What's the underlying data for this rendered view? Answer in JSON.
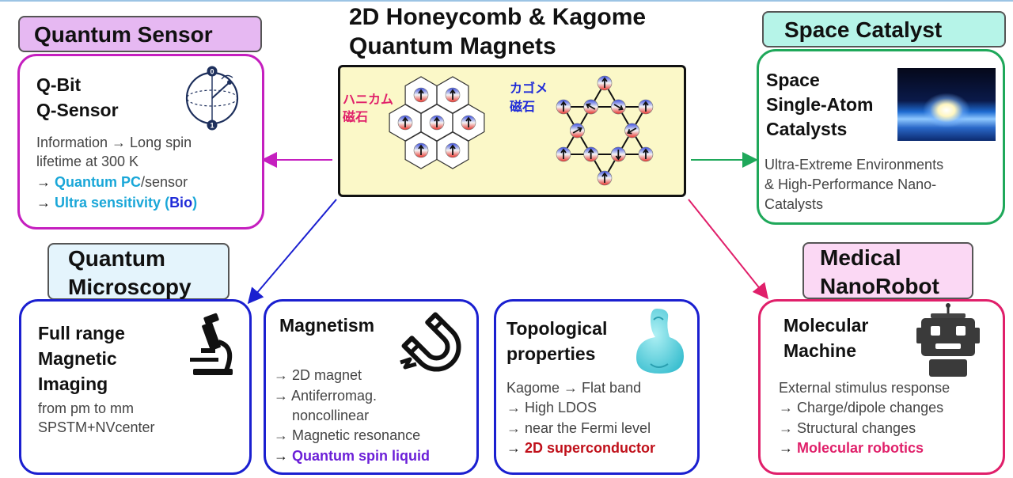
{
  "center": {
    "title_line1": "2D Honeycomb & Kagome",
    "title_line2": "Quantum Magnets",
    "honeycomb_label_1": "ハニカム",
    "honeycomb_label_2": "磁石",
    "kagome_label_1": "カゴメ",
    "kagome_label_2": "磁石"
  },
  "quantum_sensor": {
    "tab": "Quantum Sensor",
    "title_1": "Q-Bit",
    "title_2": "Q-Sensor",
    "line1": "Information → Long spin",
    "line2": "lifetime at 300 K",
    "line3_prefix": "→ ",
    "line3_highlight": "Quantum PC",
    "line3_suffix": "/sensor",
    "line4_prefix": "→ ",
    "line4_highlight": "Ultra sensitivity (",
    "line4_bio": "Bio",
    "line4_close": ")",
    "bloch_top": "0",
    "bloch_bottom": "1"
  },
  "space_catalyst": {
    "tab": "Space Catalyst",
    "title_1": "Space",
    "title_2": "Single-Atom",
    "title_3": "Catalysts",
    "line1": "Ultra-Extreme Environments",
    "line2": "& High-Performance Nano-",
    "line3": "Catalysts"
  },
  "quantum_microscopy": {
    "tab_1": "Quantum",
    "tab_2": "Microscopy",
    "title_1": "Full range",
    "title_2": "Magnetic",
    "title_3": "Imaging",
    "line1": "from pm to mm",
    "line2": "SPSTM+NVcenter"
  },
  "magnetism": {
    "title": "Magnetism",
    "line1": "→ 2D magnet",
    "line2": "→ Antiferromag.",
    "line3": "noncollinear",
    "line4": "→ Magnetic resonance",
    "line5_prefix": "→ ",
    "line5_highlight": "Quantum spin liquid"
  },
  "topological": {
    "title_1": "Topological",
    "title_2": "properties",
    "line1": "Kagome → Flat band",
    "line2": "→ High LDOS",
    "line3": "→ near the Fermi level",
    "line4_prefix": "→ ",
    "line4_highlight": "2D superconductor"
  },
  "medical": {
    "tab_1": "Medical",
    "tab_2": "NanoRobot",
    "title_1": "Molecular",
    "title_2": "Machine",
    "line1": "External stimulus response",
    "line2": "→ Charge/dipole changes",
    "line3": "→ Structural changes",
    "line4_prefix": "→ ",
    "line4_highlight": "Molecular robotics"
  },
  "colors": {
    "sensor": "#c51fbf",
    "space": "#1fa85a",
    "microscopy": "#1a1fd0",
    "medical": "#e01f6a",
    "center_fill": "#fbf8c8"
  },
  "icons": [
    "bloch-sphere-icon",
    "earth-sunrise-image",
    "microscope-icon",
    "magnet-icon",
    "klein-bottle-icon",
    "robot-icon",
    "honeycomb-lattice-icon",
    "kagome-lattice-icon"
  ]
}
